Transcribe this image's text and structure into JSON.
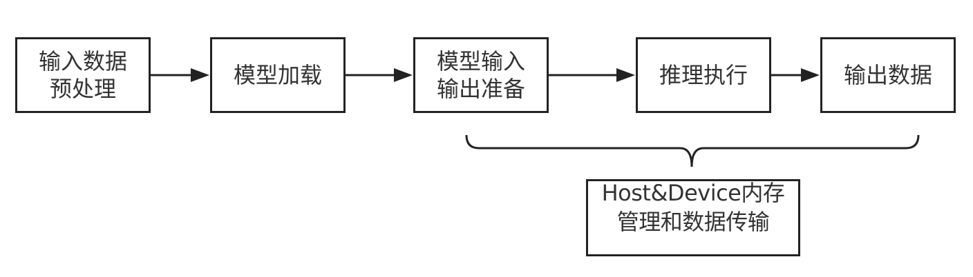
{
  "flow": {
    "steps": [
      {
        "label": "输入数据\n预处理"
      },
      {
        "label": "模型加载"
      },
      {
        "label": "模型输入\n输出准备"
      },
      {
        "label": "推理执行"
      },
      {
        "label": "输出数据"
      }
    ]
  },
  "memory_box": {
    "label": "Host&Device内存管理和数据传输"
  },
  "colors": {
    "stroke": "#222222",
    "text": "#333333",
    "background": "#ffffff"
  }
}
